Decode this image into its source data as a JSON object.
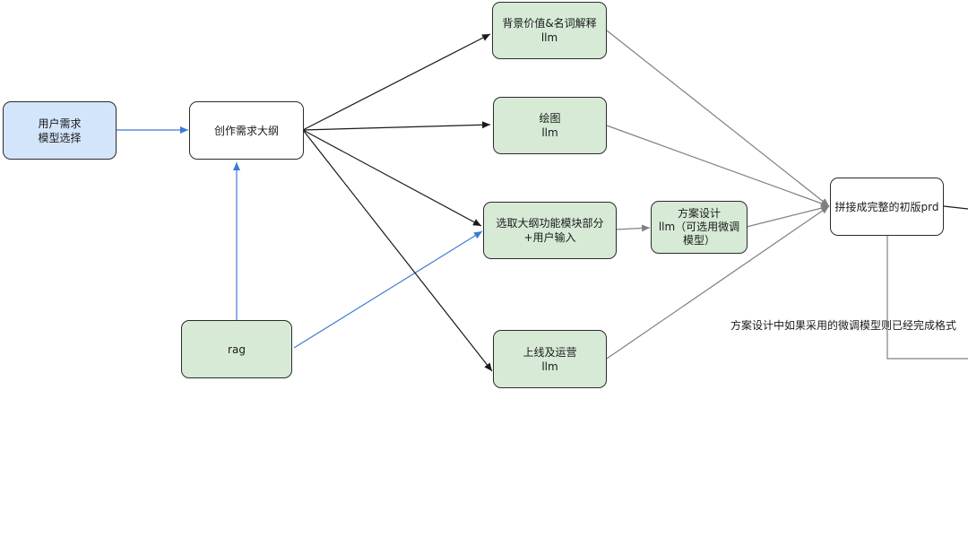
{
  "diagram": {
    "nodes": {
      "user_req": {
        "line1": "用户需求",
        "line2": "模型选择"
      },
      "outline": {
        "line1": "创作需求大纲"
      },
      "rag": {
        "line1": "rag"
      },
      "background": {
        "line1": "背景价值&名词解释",
        "line2": "llm"
      },
      "drawing": {
        "line1": "绘图",
        "line2": "llm"
      },
      "select_module": {
        "line1": "选取大纲功能模块部分",
        "line2": "+用户输入"
      },
      "solution": {
        "line1": "方案设计",
        "line2": "llm（可选用微调",
        "line3": "模型）"
      },
      "launch": {
        "line1": "上线及运营",
        "line2": "llm"
      },
      "assemble": {
        "line1": "拼接成完整的初版prd"
      }
    },
    "note": "方案设计中如果采用的微调模型则已经完成格式"
  },
  "colors": {
    "blue_fill": "#d3e5fb",
    "green_fill": "#d6ead6",
    "black_edge": "#1a1a1a",
    "blue_edge": "#3a7bd5",
    "gray_edge": "#808080"
  }
}
